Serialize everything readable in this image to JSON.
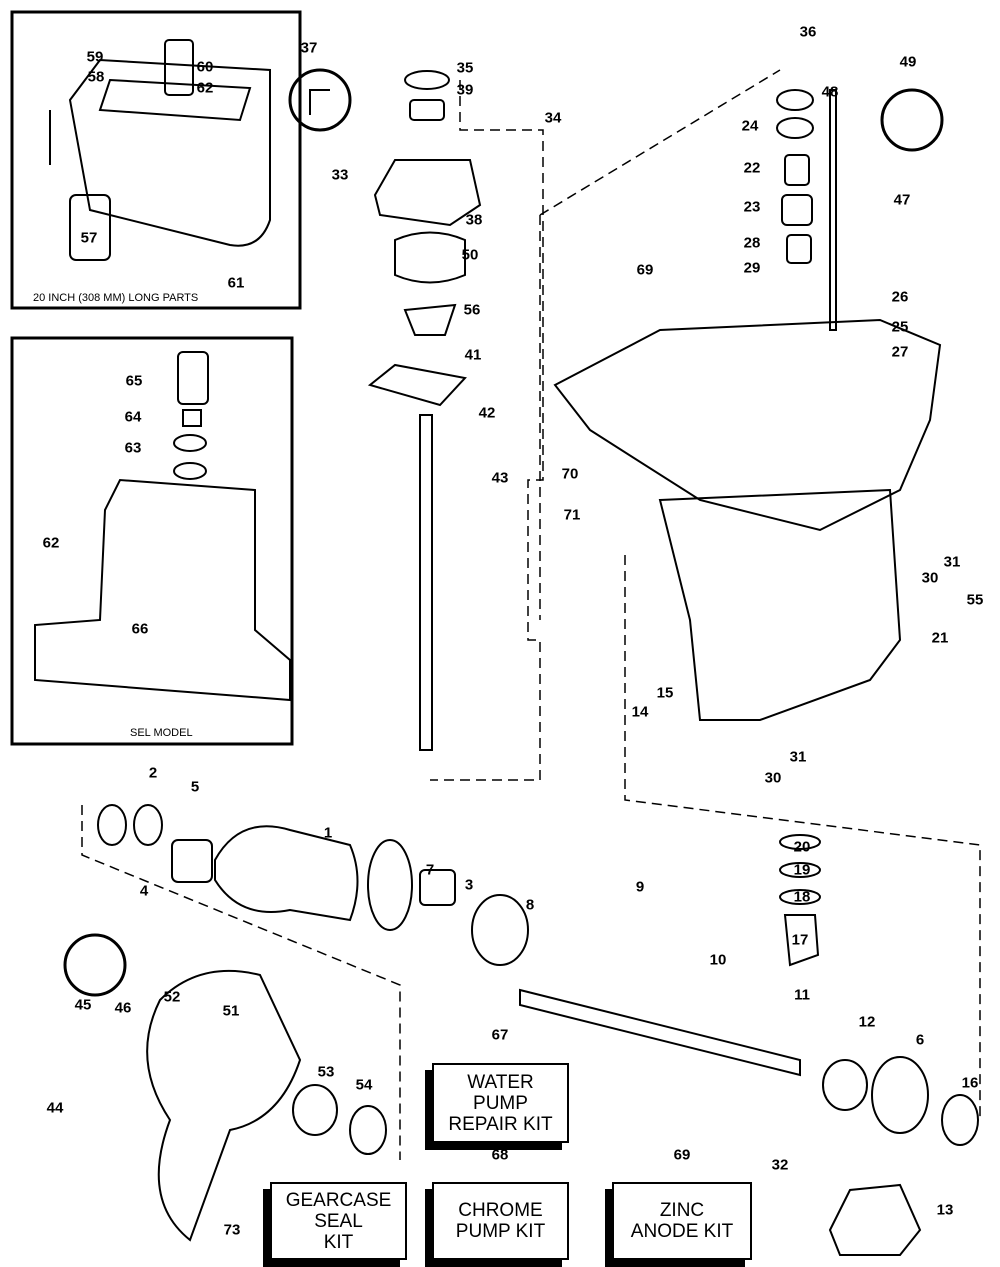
{
  "insets": {
    "long_parts_caption": "20 INCH (308 MM) LONG PARTS",
    "sel_model_caption": "SEL MODEL"
  },
  "kits": [
    {
      "number": "67",
      "label": "WATER\nPUMP\nREPAIR KIT"
    },
    {
      "number": "73",
      "label": "GEARCASE\nSEAL\nKIT"
    },
    {
      "number": "68",
      "label": "CHROME\nPUMP KIT"
    },
    {
      "number": "69",
      "label": "ZINC\nANODE KIT"
    }
  ],
  "callouts": [
    "59",
    "58",
    "60",
    "62",
    "57",
    "61",
    "65",
    "64",
    "63",
    "62",
    "66",
    "37",
    "35",
    "39",
    "34",
    "33",
    "38",
    "50",
    "56",
    "41",
    "42",
    "43",
    "36",
    "49",
    "48",
    "24",
    "22",
    "23",
    "47",
    "28",
    "29",
    "69",
    "26",
    "25",
    "27",
    "70",
    "71",
    "31",
    "30",
    "55",
    "21",
    "15",
    "14",
    "31",
    "30",
    "2",
    "5",
    "1",
    "4",
    "7",
    "3",
    "8",
    "9",
    "20",
    "19",
    "18",
    "17",
    "10",
    "11",
    "12",
    "6",
    "16",
    "45",
    "46",
    "52",
    "51",
    "44",
    "53",
    "54",
    "32",
    "13"
  ],
  "colors": {
    "ink": "#000000",
    "paper": "#ffffff"
  }
}
